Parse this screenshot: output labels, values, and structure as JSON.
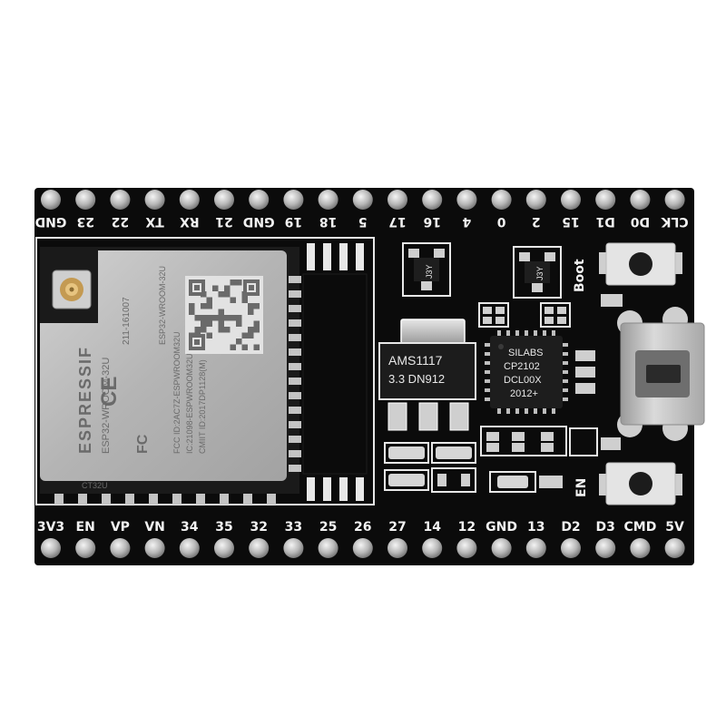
{
  "board": {
    "top_labels": [
      "GND",
      "23",
      "22",
      "TX",
      "RX",
      "21",
      "GND",
      "19",
      "18",
      "5",
      "17",
      "16",
      "4",
      "0",
      "2",
      "15",
      "D1",
      "D0",
      "CLK"
    ],
    "bottom_labels": [
      "3V3",
      "EN",
      "VP",
      "VN",
      "34",
      "35",
      "32",
      "33",
      "25",
      "26",
      "27",
      "14",
      "12",
      "GND",
      "13",
      "D2",
      "D3",
      "CMD",
      "5V"
    ],
    "boot_label": "Boot",
    "en_label": "EN",
    "colors": {
      "pcb": "#0b0b0b",
      "pin": "#bcbcbc",
      "shield": "#b9b9b9",
      "silk": "#f2f2f2"
    }
  },
  "module": {
    "brand": "ESPRESSIF",
    "model": "ESP32-WROOM-32U",
    "cert": "211-161007",
    "fcc_lines": [
      "FCC ID:2AC7Z-ESPWROOM32U",
      "IC:21098-ESPWROOM32U",
      "CMIIT ID:2017DP1128(M)"
    ],
    "model_side": "ESP32-WROOM-32U",
    "pad_text": "CT32U"
  },
  "regulator": {
    "line1": "AMS1117",
    "line2": "3.3  DN912"
  },
  "usb_chip": {
    "lines": [
      "SILABS",
      "CP2102",
      "DCL00X",
      "2012+"
    ]
  },
  "transistors": {
    "left": "J3Y",
    "right": "J3Y"
  }
}
